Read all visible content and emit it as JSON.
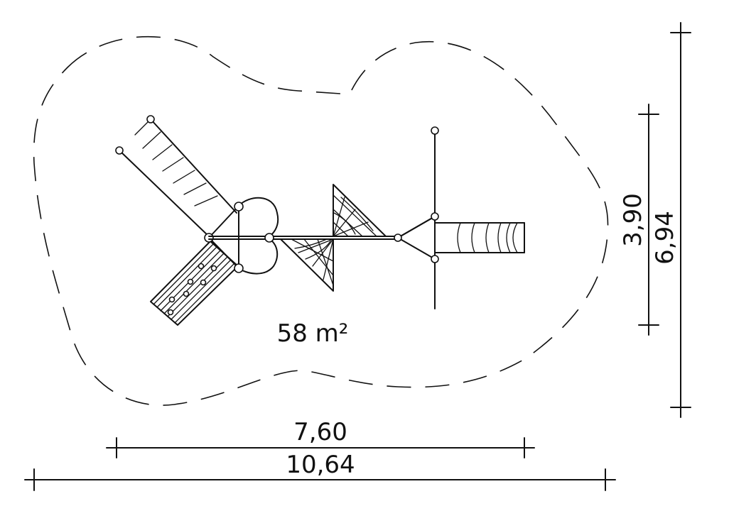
{
  "area_label": "58 m²",
  "dimensions": {
    "inner_width": "7,60",
    "outer_width": "10,64",
    "inner_height": "3,90",
    "outer_height": "6,94"
  },
  "line_color": "#111111",
  "background_color": "#ffffff"
}
